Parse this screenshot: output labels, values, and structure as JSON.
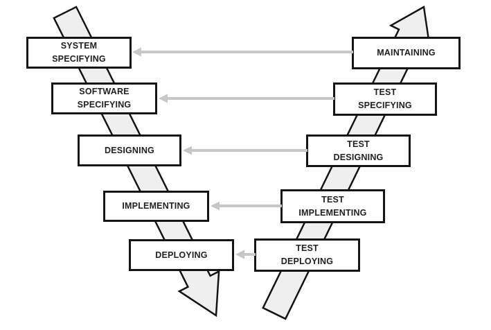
{
  "diagram_type": "v-model-process",
  "phases": {
    "development": [
      {
        "id": "system-specifying",
        "lines": [
          "SYSTEM",
          "SPECIFYING"
        ]
      },
      {
        "id": "software-specifying",
        "lines": [
          "SOFTWARE",
          "SPECIFYING"
        ]
      },
      {
        "id": "designing",
        "lines": [
          "DESIGNING"
        ]
      },
      {
        "id": "implementing",
        "lines": [
          "IMPLEMENTING"
        ]
      },
      {
        "id": "deploying",
        "lines": [
          "DEPLOYING"
        ]
      }
    ],
    "testing": [
      {
        "id": "maintaining",
        "lines": [
          "MAINTAINING"
        ]
      },
      {
        "id": "test-specifying",
        "lines": [
          "TEST",
          "SPECIFYING"
        ]
      },
      {
        "id": "test-designing",
        "lines": [
          "TEST",
          "DESIGNING"
        ]
      },
      {
        "id": "test-implementing",
        "lines": [
          "TEST",
          "IMPLEMENTING"
        ]
      },
      {
        "id": "test-deploying",
        "lines": [
          "TEST",
          "DEPLOYING"
        ]
      }
    ]
  },
  "connections": [
    {
      "from": "MAINTAINING",
      "to": "SYSTEM SPECIFYING"
    },
    {
      "from": "TEST SPECIFYING",
      "to": "SOFTWARE SPECIFYING"
    },
    {
      "from": "TEST DESIGNING",
      "to": "DESIGNING"
    },
    {
      "from": "TEST IMPLEMENTING",
      "to": "IMPLEMENTING"
    },
    {
      "from": "TEST DEPLOYING",
      "to": "DEPLOYING"
    }
  ],
  "colors": {
    "box_border": "#141414",
    "box_fill": "#ffffff",
    "text": "#212121",
    "band_fill": "#efefef",
    "band_stroke": "#141414",
    "connector": "#c7c7c7"
  }
}
